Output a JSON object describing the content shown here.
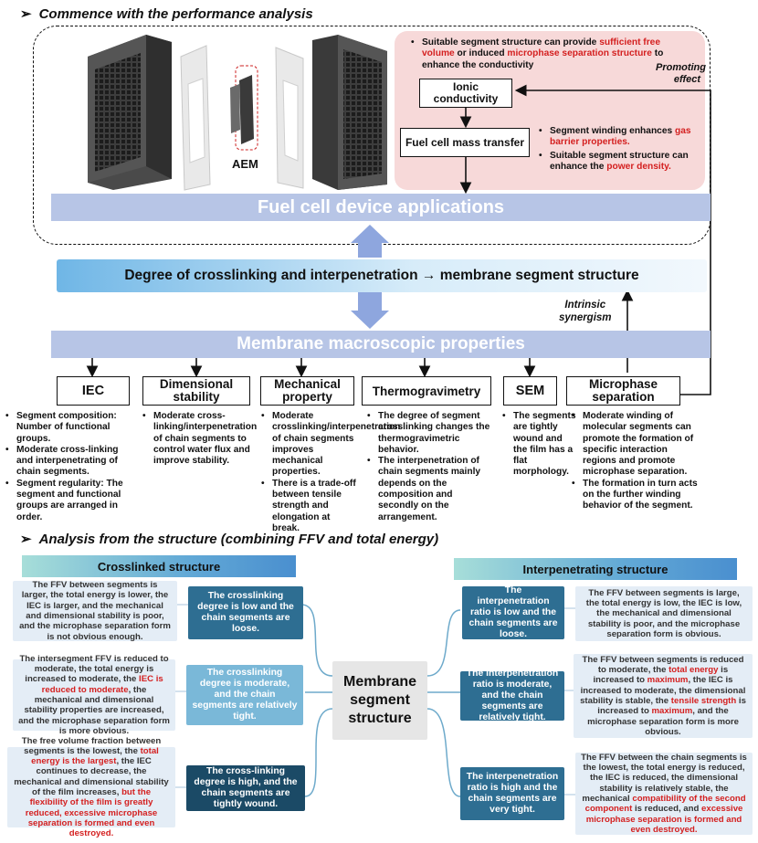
{
  "section1_heading": "Commence with the performance analysis",
  "section2_heading": "Analysis from the structure (combining FFV and total energy)",
  "aem_label": "AEM",
  "pink": {
    "bullet1": [
      "Suitable segment structure can provide ",
      "sufficient free volume",
      " or induced ",
      "microphase separation structure",
      " to enhance the conductivity"
    ],
    "promoting_line1": "Promoting",
    "promoting_line2": "effect",
    "ionic_box": "Ionic conductivity",
    "fuel_box": "Fuel cell mass transfer",
    "bullet2": [
      "Segment winding enhances ",
      "gas barrier properties."
    ],
    "bullet3": [
      "Suitable segment structure can enhance the ",
      "power density."
    ]
  },
  "fuel_cell_bar": "Fuel cell device applications",
  "crosslink_bar": "Degree of crosslinking and interpenetration → membrane segment structure",
  "intrinsic_line1": "Intrinsic",
  "intrinsic_line2": "synergism",
  "macro_bar": "Membrane macroscopic properties",
  "properties": [
    {
      "label": "IEC",
      "bullets": [
        "Segment composition: Number of functional groups.",
        "Moderate cross-linking and interpenetrating of chain segments.",
        "Segment regularity: The segment and functional groups are arranged in order."
      ]
    },
    {
      "label": "Dimensional stability",
      "bullets": [
        "Moderate cross-linking/interpenetration of chain segments to control water flux and improve stability."
      ]
    },
    {
      "label": "Mechanical property",
      "bullets": [
        "Moderate crosslinking/interpenetration of chain segments improves mechanical properties.",
        "There is a trade-off between tensile strength and elongation at break."
      ]
    },
    {
      "label": "Thermogravimetry",
      "bullets": [
        "The degree of segment crosslinking changes the thermogravimetric behavior.",
        "The interpenetration of chain segments mainly depends on the composition and secondly on the arrangement."
      ]
    },
    {
      "label": "SEM",
      "bullets": [
        "The segments are tightly wound and the film has a flat morphology."
      ]
    },
    {
      "label": "Microphase separation",
      "bullets": [
        "Moderate winding of molecular segments can promote the formation of specific interaction regions and promote microphase separation.",
        "The formation in turn acts on the further winding behavior of the segment."
      ]
    }
  ],
  "crosslinked_title": "Crosslinked structure",
  "interpenetrating_title": "Interpenetrating structure",
  "center_label": "Membrane segment structure",
  "left_dark": [
    "The crosslinking degree is low and the chain segments are loose.",
    "The crosslinking degree is moderate, and the chain segments are relatively tight.",
    "The cross-linking degree is high, and the chain segments are tightly wound."
  ],
  "right_dark": [
    "The interpenetration ratio is low and the chain segments are loose.",
    "The interpenetration ratio is moderate, and the chain segments are relatively tight.",
    "The interpenetration ratio is high and the chain segments are very tight."
  ],
  "left_info": [
    [
      [
        "n",
        "The FFV between segments is larger, the total energy is lower, the IEC is larger, and the mechanical and dimensional stability is poor, and the microphase separation form is not obvious enough."
      ]
    ],
    [
      [
        "n",
        "The intersegment FFV is reduced to moderate, the total energy is increased to moderate, the "
      ],
      [
        "r",
        "IEC is reduced to moderate"
      ],
      [
        "n",
        ", the mechanical and dimensional stability properties are increased, and the microphase separation form is more obvious."
      ]
    ],
    [
      [
        "n",
        "The free volume fraction between segments is the lowest, the "
      ],
      [
        "r",
        "total energy is the largest"
      ],
      [
        "n",
        ", the IEC continues to decrease, the mechanical and dimensional stability of the film increases, "
      ],
      [
        "r",
        "but the flexibility of the film is greatly reduced, excessive microphase separation is formed and even destroyed."
      ]
    ]
  ],
  "right_info": [
    [
      [
        "n",
        "The FFV between segments is large, the total energy is low, the IEC is low, the mechanical and dimensional stability is poor, and the microphase separation form is obvious."
      ]
    ],
    [
      [
        "n",
        "The FFV between segments is reduced to moderate, the "
      ],
      [
        "r",
        "total energy"
      ],
      [
        "n",
        " is increased to "
      ],
      [
        "r",
        "maximum"
      ],
      [
        "n",
        ", the IEC is increased to moderate, the dimensional stability is stable, the "
      ],
      [
        "r",
        "tensile strength"
      ],
      [
        "n",
        " is increased to "
      ],
      [
        "r",
        "maximum"
      ],
      [
        "n",
        ", and the microphase separation form is more obvious."
      ]
    ],
    [
      [
        "n",
        "The FFV between the chain segments is the lowest, the total energy is reduced, the IEC is reduced, the dimensional stability is relatively stable, the mechanical "
      ],
      [
        "r",
        "compatibility of the second component"
      ],
      [
        "n",
        " is reduced, and "
      ],
      [
        "r",
        "excessive microphase separation is formed and even destroyed."
      ]
    ]
  ],
  "colors": {
    "dark_box": "#2e6e92",
    "dark_box_deep": "#1b4a66",
    "light_box": "#7ab8d8",
    "info_box": "#e4edf6",
    "red": "#d42020"
  }
}
